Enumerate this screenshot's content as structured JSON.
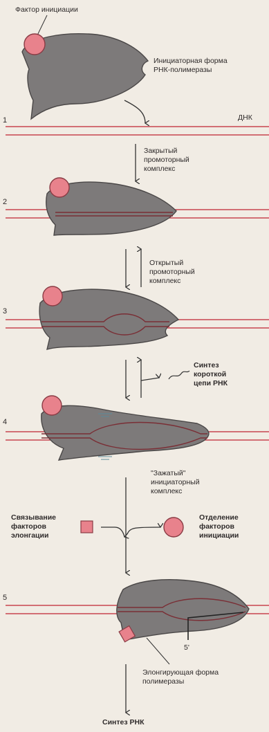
{
  "colors": {
    "background": "#f1ece4",
    "polymerase": "#7d7a7a",
    "polymerase_edge": "#4a4747",
    "factor": "#e8828c",
    "factor_edge": "#8a3b44",
    "dna": "#c8454f",
    "text": "#2e2a2a"
  },
  "labels": {
    "initiation_factor": "Фактор инициации",
    "initiation_form": [
      "Инициаторная форма",
      "РНК-полимеразы"
    ],
    "dna": "ДНК",
    "closed_complex": [
      "Закрытый",
      "промоторный",
      "комплекс"
    ],
    "open_complex": [
      "Открытый",
      "промоторный",
      "комплекс"
    ],
    "short_rna_synthesis": [
      "Синтез",
      "короткой",
      "цепи РНК"
    ],
    "stalled_complex": [
      "\"Зажатый\"",
      "инициаторный",
      "комплекс"
    ],
    "elongation_binding": [
      "Связывание",
      "факторов",
      "элонгации"
    ],
    "factor_release": [
      "Отделение",
      "факторов",
      "инициации"
    ],
    "five_prime": "5'",
    "elongating_form": [
      "Элонгирующая форма",
      "полимеразы"
    ],
    "rna_synthesis": "Синтез РНК"
  },
  "step_numbers": [
    "1",
    "2",
    "3",
    "4",
    "5"
  ]
}
